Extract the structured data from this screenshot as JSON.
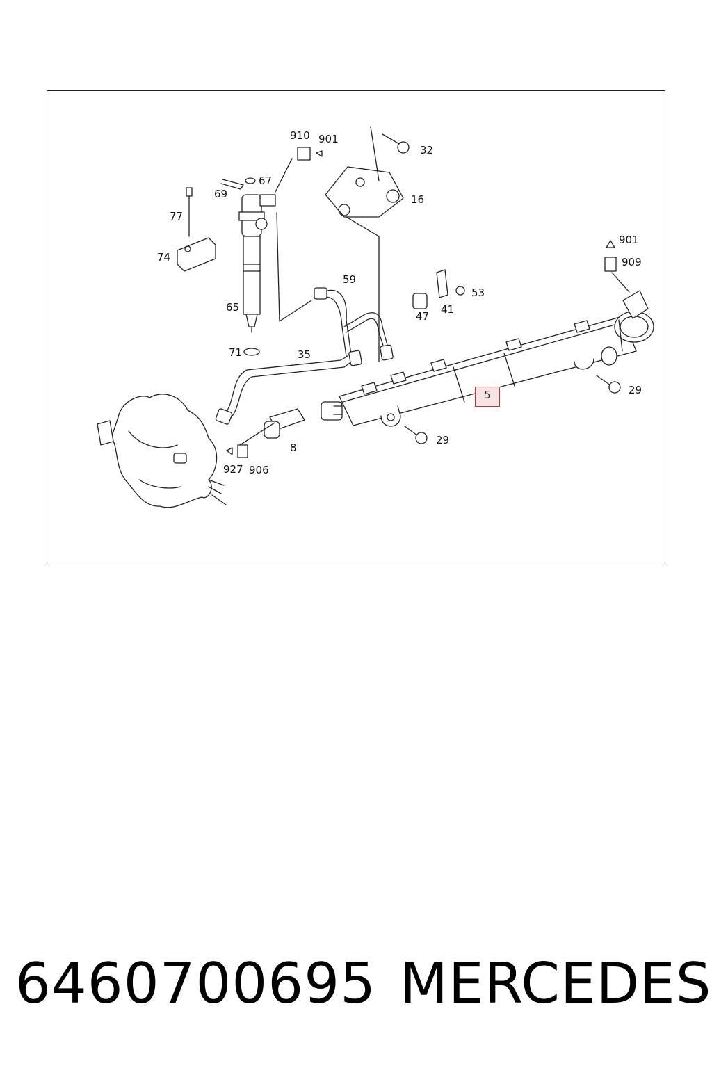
{
  "diagram": {
    "callouts": {
      "c910": "910",
      "c901a": "901",
      "c32": "32",
      "c67": "67",
      "c69": "69",
      "c16": "16",
      "c77": "77",
      "c901b": "901",
      "c909": "909",
      "c74": "74",
      "c59": "59",
      "c53": "53",
      "c65": "65",
      "c47": "47",
      "c41": "41",
      "c71": "71",
      "c35": "35",
      "c29a": "29",
      "c5": "5",
      "c29b": "29",
      "c8": "8",
      "c927": "927",
      "c906": "906"
    },
    "highlight_color": "#d62a2a"
  },
  "footer": {
    "part_number": "6460700695",
    "brand": "MERCEDES"
  }
}
